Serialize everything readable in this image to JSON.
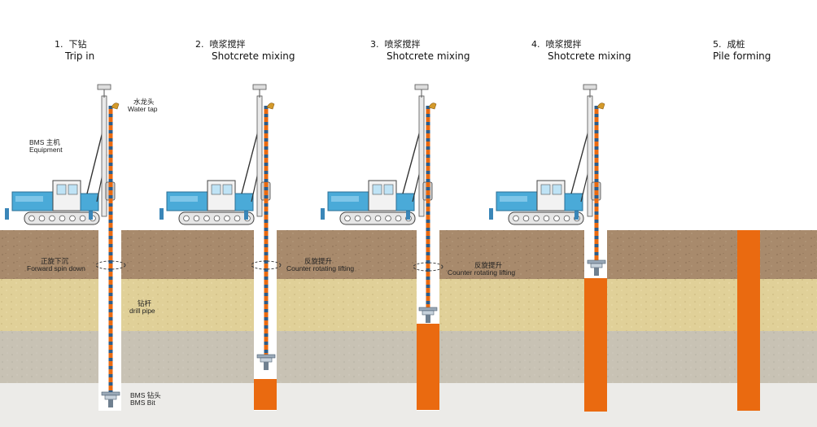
{
  "steps": [
    {
      "number": "1.",
      "title_cn": "下钻",
      "title_en": "Trip in"
    },
    {
      "number": "2.",
      "title_cn": "喷浆搅拌",
      "title_en": "Shotcrete mixing"
    },
    {
      "number": "3.",
      "title_cn": "喷浆搅拌",
      "title_en": "Shotcrete mixing"
    },
    {
      "number": "4.",
      "title_cn": "喷浆搅拌",
      "title_en": "Shotcrete mixing"
    },
    {
      "number": "5.",
      "title_cn": "成桩",
      "title_en": "Pile forming"
    }
  ],
  "labels": {
    "water_tap": {
      "cn": "水龙头",
      "en": "Water tap"
    },
    "equipment": {
      "cn": "BMS 主机",
      "en": "Equipment"
    },
    "forward_spin": {
      "cn": "正旋下沉",
      "en": "Forward spin down"
    },
    "drill_pipe": {
      "cn": "钻杆",
      "en": "drill pipe"
    },
    "counter_rotating_1": {
      "cn": "反旋提升",
      "en": "Counter rotating lifting"
    },
    "counter_rotating_2": {
      "cn": "反旋提升",
      "en": "Counter rotating lifting"
    },
    "bms_bit": {
      "cn": "BMS 钻头",
      "en": "BMS Bit"
    }
  },
  "colors": {
    "pile": "#ea6a10",
    "machine_body": "#4aaad8",
    "drill_pipe_stripe": "#2d5d8a",
    "soil_top": "#a88a6c",
    "soil_sand": "#e0d098",
    "soil_clay": "#c8c2b4",
    "soil_bottom": "#ecebe8"
  }
}
